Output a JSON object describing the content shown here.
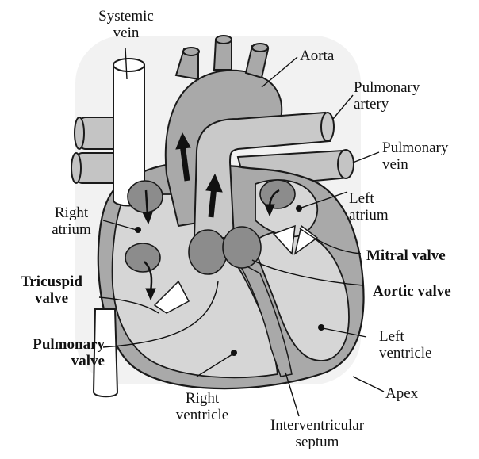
{
  "labels": {
    "systemic_vein": [
      "Systemic",
      "vein"
    ],
    "aorta": "Aorta",
    "pulmonary_artery": [
      "Pulmonary",
      "artery"
    ],
    "pulmonary_vein": [
      "Pulmonary",
      "vein"
    ],
    "left_atrium": [
      "Left",
      "atrium"
    ],
    "right_atrium": [
      "Right",
      "atrium"
    ],
    "mitral_valve": "Mitral valve",
    "tricuspid_valve": [
      "Tricuspid",
      "valve"
    ],
    "aortic_valve": "Aortic valve",
    "pulmonary_valve": [
      "Pulmonary",
      "valve"
    ],
    "left_ventricle": [
      "Left",
      "ventricle"
    ],
    "right_ventricle": [
      "Right",
      "ventricle"
    ],
    "apex": "Apex",
    "interventricular_septum": [
      "Interventricular",
      "septum"
    ]
  },
  "colors": {
    "tissue": "#a9a9a9",
    "chamber": "#d6d6d6",
    "valve": "#8c8c8c",
    "outline": "#1a1a1a",
    "arrow": "#111111"
  }
}
